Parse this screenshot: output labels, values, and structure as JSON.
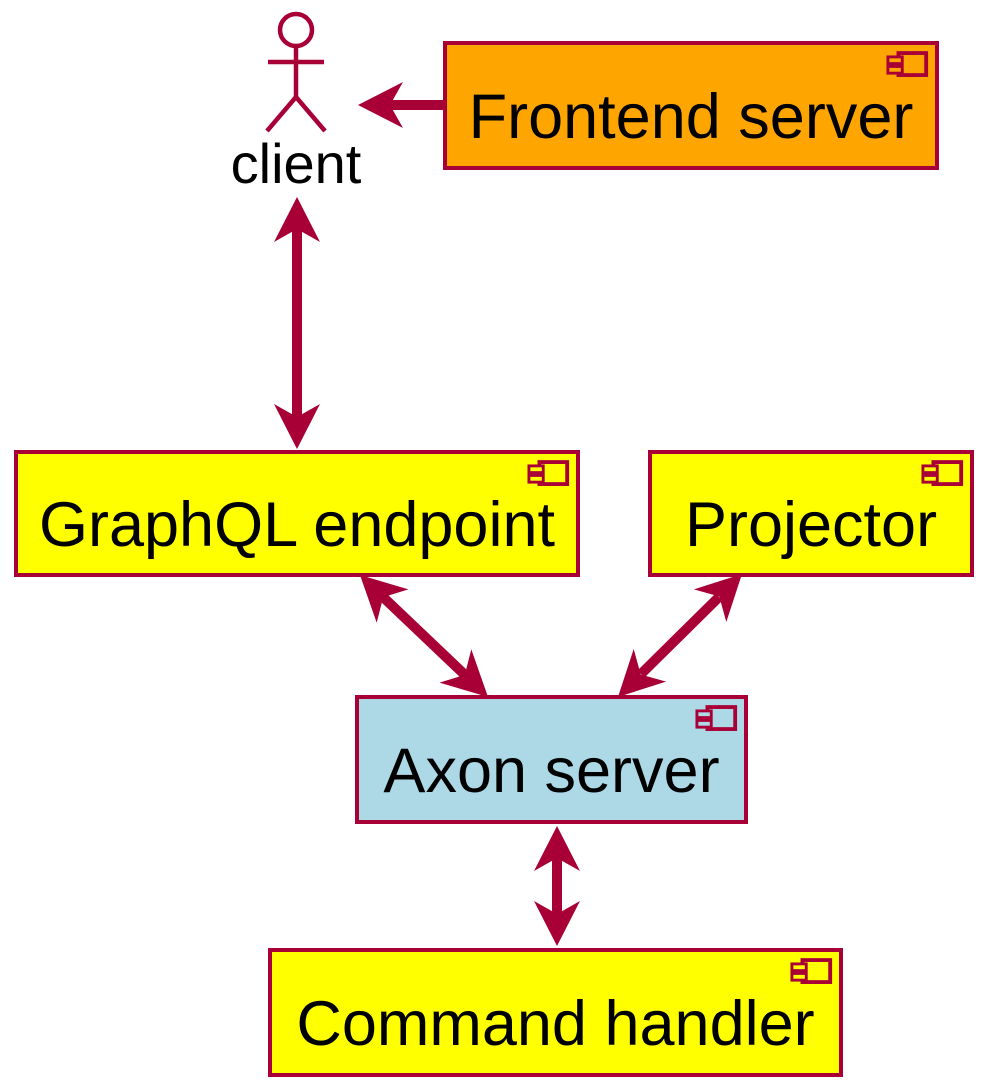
{
  "diagram": {
    "kind": "uml-component-diagram",
    "actor": {
      "label": "client"
    },
    "components": [
      {
        "id": "frontend-server",
        "label": "Frontend server",
        "fill": "#FFA500"
      },
      {
        "id": "graphql-endpoint",
        "label": "GraphQL endpoint",
        "fill": "#FFFF00"
      },
      {
        "id": "projector",
        "label": "Projector",
        "fill": "#FFFF00"
      },
      {
        "id": "axon-server",
        "label": "Axon server",
        "fill": "#ADD8E6"
      },
      {
        "id": "command-handler",
        "label": "Command handler",
        "fill": "#FFFF00"
      }
    ],
    "connections": [
      {
        "from": "Frontend server",
        "to": "client",
        "direction": "one-way"
      },
      {
        "from": "client",
        "to": "GraphQL endpoint",
        "direction": "two-way"
      },
      {
        "from": "GraphQL endpoint",
        "to": "Axon server",
        "direction": "two-way"
      },
      {
        "from": "Projector",
        "to": "Axon server",
        "direction": "two-way"
      },
      {
        "from": "Axon server",
        "to": "Command handler",
        "direction": "two-way"
      }
    ],
    "colors": {
      "line": "#A80036",
      "orange": "#FFA500",
      "yellow": "#FFFF00",
      "light_blue": "#ADD8E6",
      "text": "#000000",
      "background": "#FFFFFF"
    }
  }
}
